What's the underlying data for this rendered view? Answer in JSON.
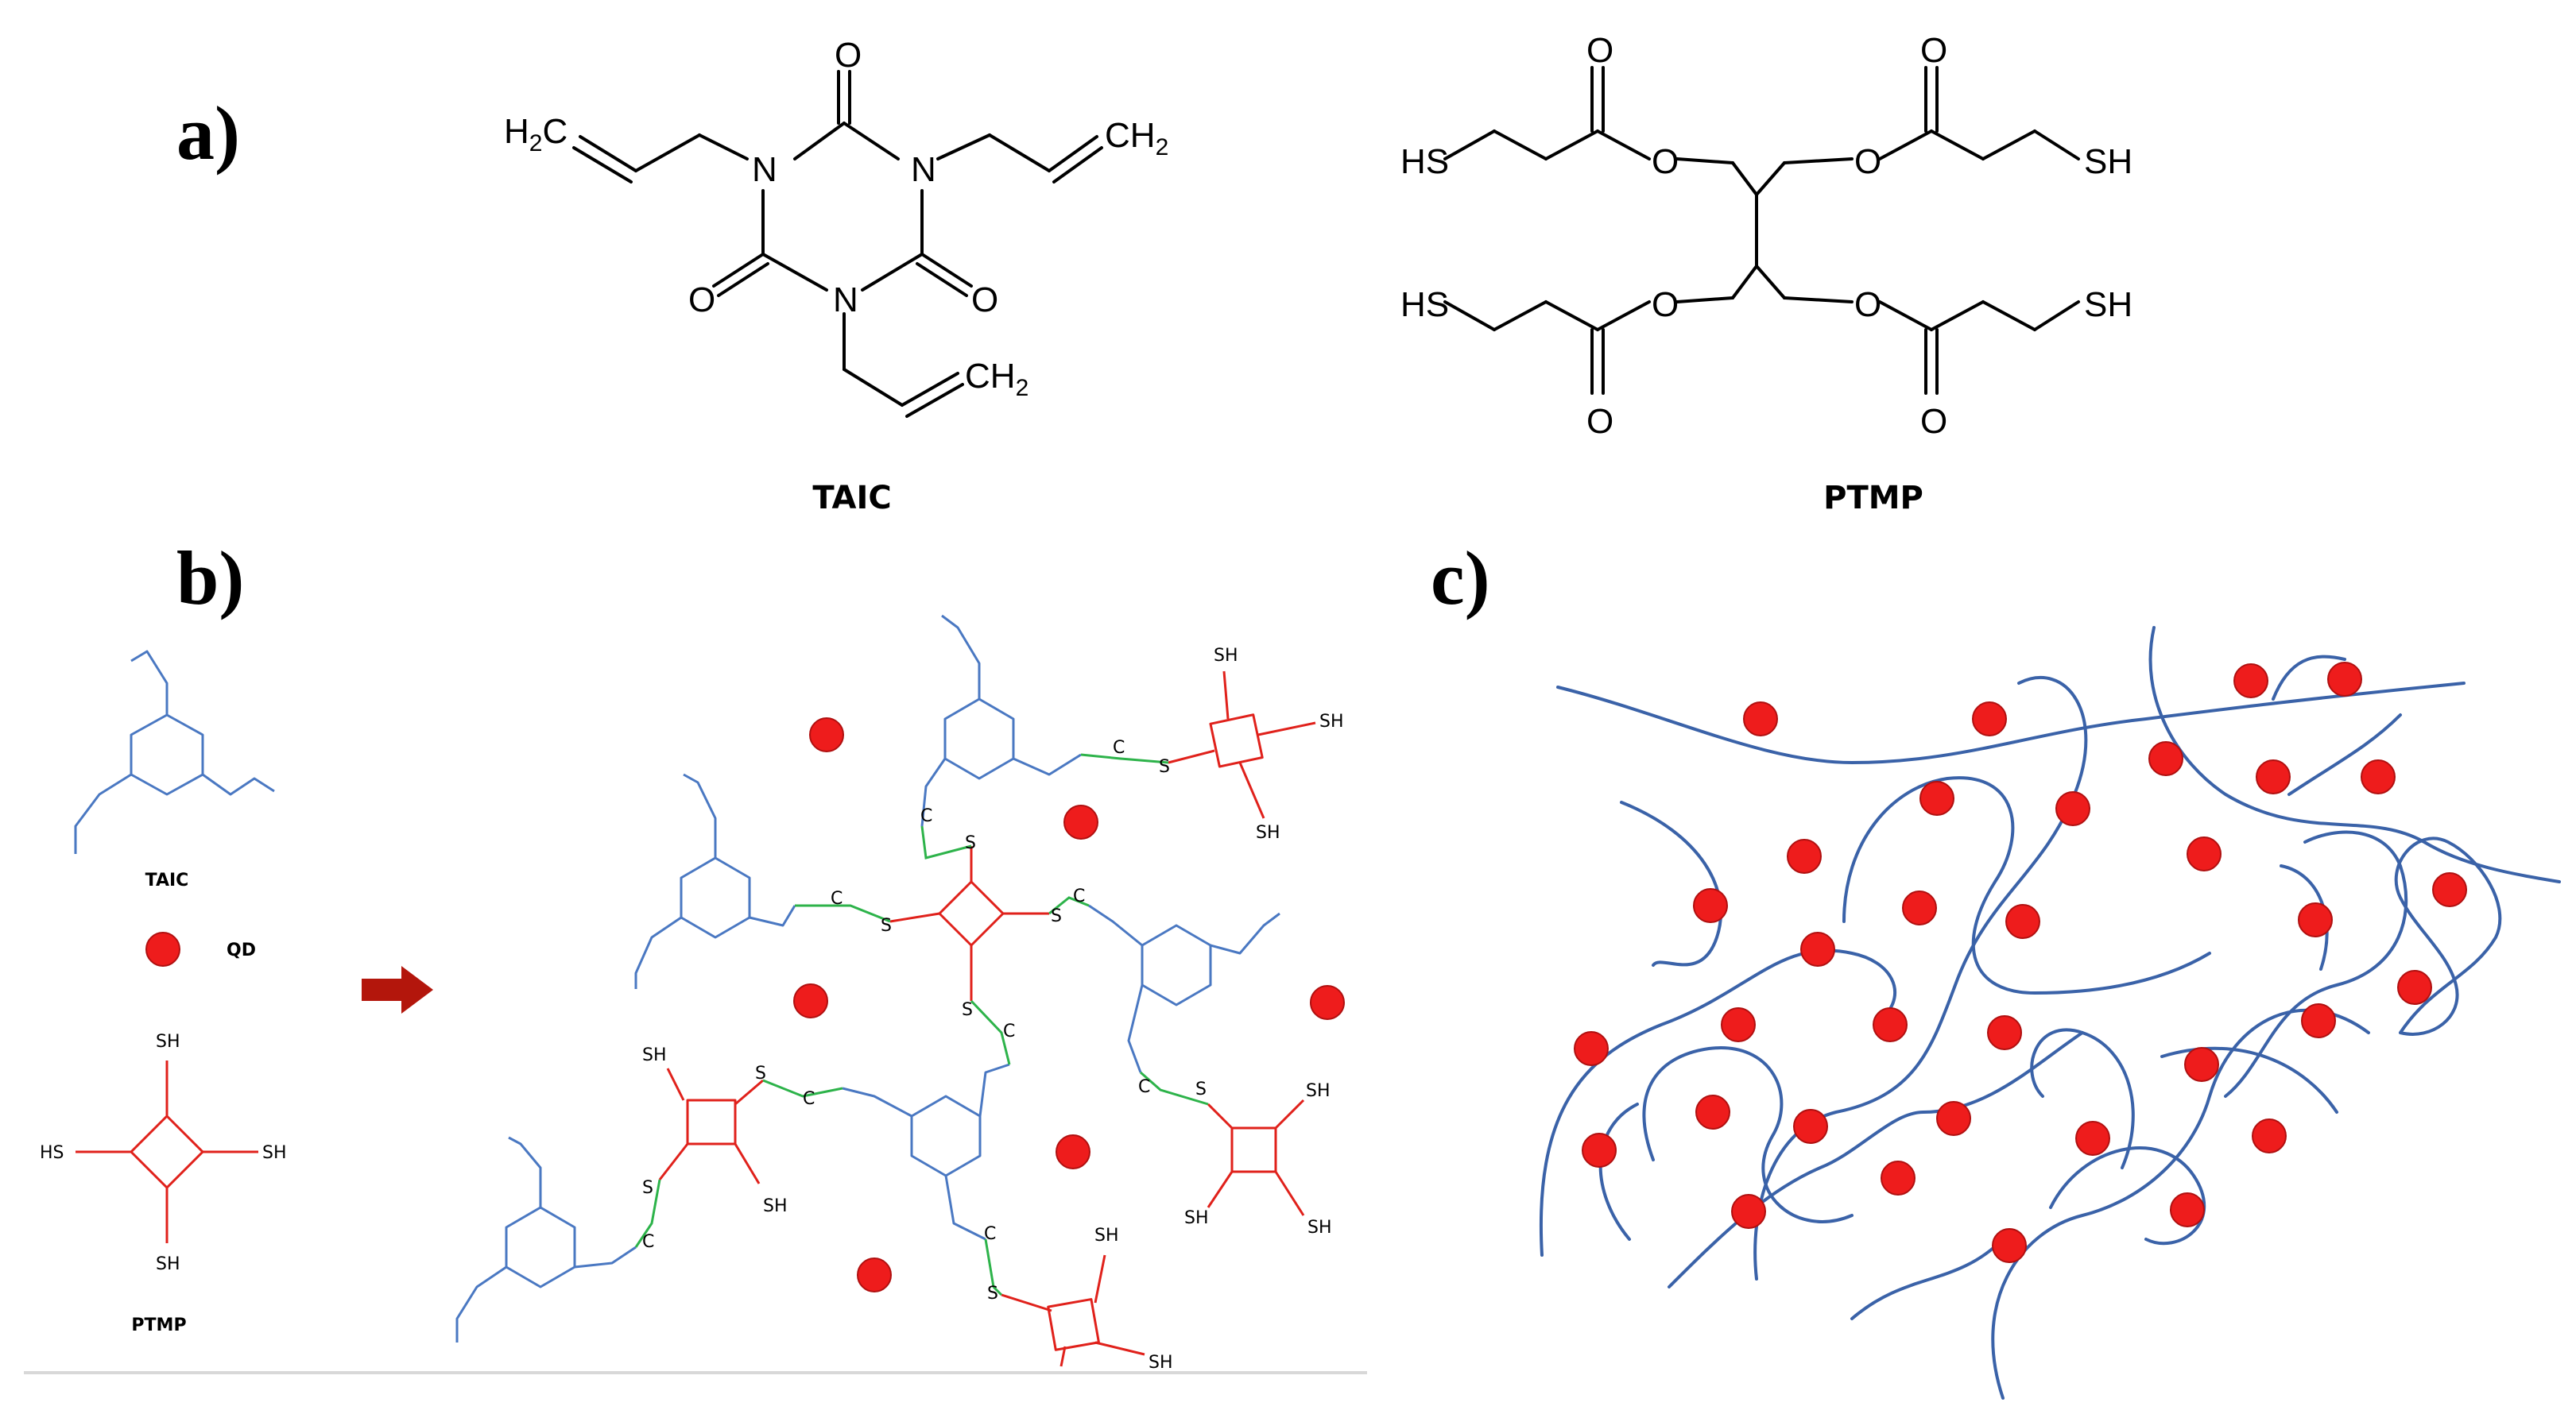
{
  "colors": {
    "taic": "#4a78c2",
    "ptmp": "#e0211b",
    "linker": "#2db34a",
    "qd_fill": "#ee1c1c",
    "qd_stroke": "#b01010",
    "network": "#3a62a8",
    "arrow": "#b3160c"
  },
  "panel_a": {
    "label": "a)",
    "taic": {
      "caption": "TAIC",
      "atoms": {
        "o_top": "O",
        "o_left": "O",
        "o_right": "O",
        "n_left": "N",
        "n_right": "N",
        "n_bottom": "N"
      },
      "ch2_left": {
        "main": "H",
        "sub": "2",
        "tail": "C"
      },
      "ch2_right": {
        "main": "CH",
        "sub": "2"
      },
      "ch2_bottom": {
        "main": "CH",
        "sub": "2"
      }
    },
    "ptmp": {
      "caption": "PTMP",
      "sh": "SH",
      "hs": "HS",
      "o": "O"
    }
  },
  "panel_b": {
    "label": "b)",
    "legend": {
      "taic_caption": "TAIC",
      "qd_caption": "QD",
      "ptmp_caption": "PTMP"
    },
    "sh": "SH",
    "hs": "HS",
    "s": "S",
    "c": "C",
    "arrow_icon": "right-arrow-icon"
  },
  "panel_c": {
    "label": "c)"
  }
}
